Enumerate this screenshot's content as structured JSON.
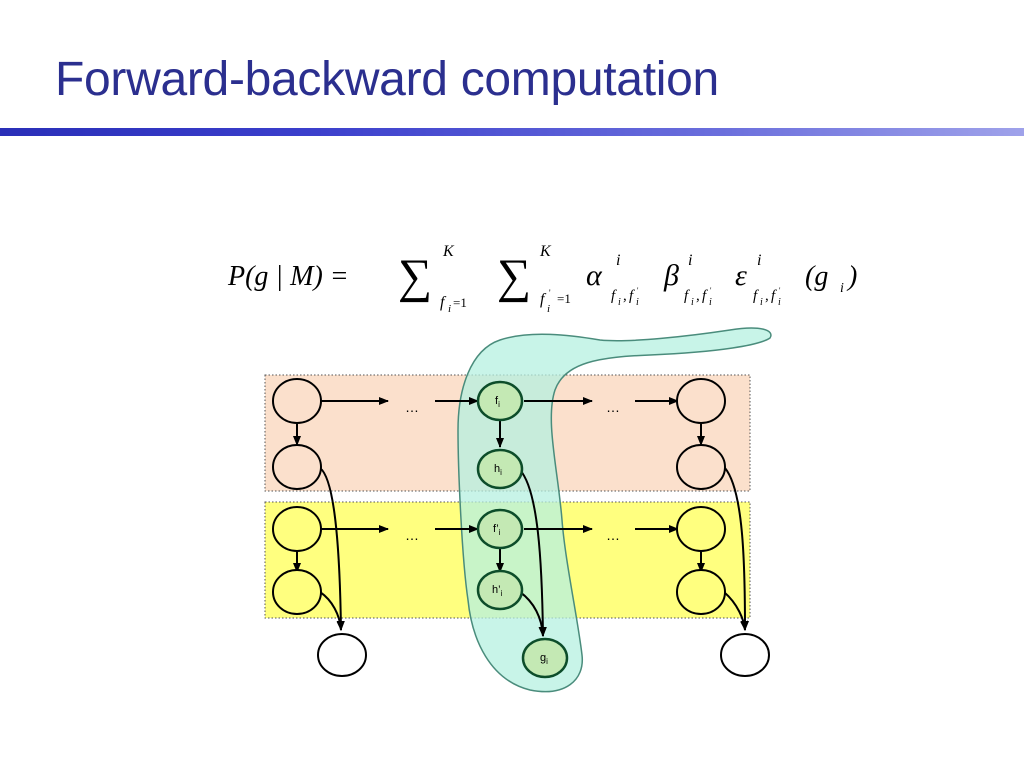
{
  "slide": {
    "title": "Forward-backward computation"
  },
  "formula": {
    "lhs": "P(g | M) =",
    "sum1_upper": "K",
    "sum1_lower": "f",
    "sum1_lower_sub": "i",
    "sum1_lower_eq": "=1",
    "sum2_upper": "K",
    "sum2_lower": "f",
    "sum2_lower_sub": "i",
    "sum2_lower_eq": "=1",
    "alpha": "α",
    "beta": "β",
    "epsilon": "ε",
    "superscript": "i",
    "subscript": "f",
    "tail": "(g",
    "tail_sub": "i",
    "tail_close": ")"
  },
  "diagram": {
    "node_labels": {
      "f": "f",
      "f_sub": "i",
      "h": "h",
      "h_sub": "i",
      "fp": "f’",
      "fp_sub": "i",
      "hp": "h’",
      "hp_sub": "i",
      "g": "g",
      "g_sub": "i"
    },
    "ellipsis": "…",
    "colors": {
      "top_band": "#fbe0cc",
      "bottom_band": "#ffff7f",
      "highlight": "#b6f0e0",
      "highlight_stroke": "#4a8c7c",
      "node_stroke": "#0d4d2a",
      "edge": "#000000"
    }
  }
}
